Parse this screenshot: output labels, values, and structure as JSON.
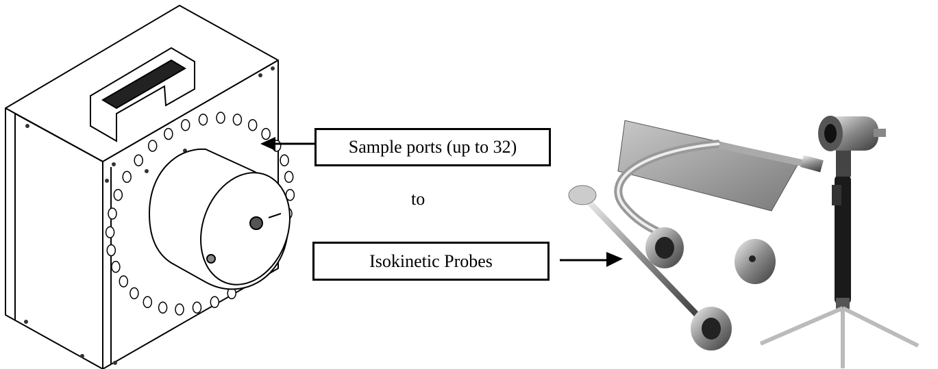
{
  "labels": {
    "sample_ports": "Sample ports (up to 32)",
    "connector": "to",
    "probes": "Isokinetic Probes"
  },
  "icons": {
    "sampler_box": "sampler-box-illustration",
    "probe_set": "isokinetic-probes-photo"
  }
}
